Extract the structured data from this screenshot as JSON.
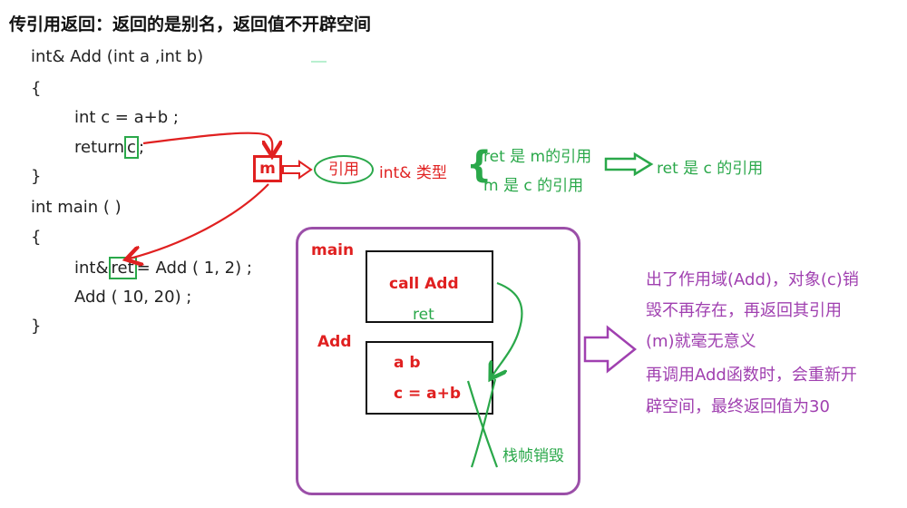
{
  "title": "传引用返回：返回的是别名，返回值不开辟空间",
  "code": {
    "line1": "int& Add  (int a ,int b)",
    "line2": "{",
    "line3": "int c = a+b ;",
    "line4_prefix": "return",
    "line4_var": "c",
    "line4_suffix": ";",
    "line5": "}",
    "line6": "int main ( )",
    "line7": "{",
    "line8_prefix": "int&",
    "line8_var": "ret",
    "line8_suffix": "= Add  ( 1, 2)  ;",
    "line9": "Add  ( 10,   20)  ;",
    "line10": "}"
  },
  "annotations": {
    "m_label": "m",
    "ref_label": "引用",
    "type_label": "int& 类型",
    "brace": "{",
    "rel1": "ret 是 m的引用",
    "rel2": "m 是 c 的引用",
    "conclusion": "ret 是 c 的引用"
  },
  "stack": {
    "main_label": "main",
    "main_box_call": "call Add",
    "main_box_ret": "ret",
    "add_label": "Add",
    "add_box_ab": "a b",
    "add_box_c": "c = a+b",
    "destroy_label": "栈帧销毁"
  },
  "note": {
    "line1": "出了作用域(Add)，对象(c)销",
    "line2": "毁不再存在，再返回其引用",
    "line3": "(m)就毫无意义",
    "line4": "再调用Add函数时，会重新开",
    "line5": "辟空间，最终返回值为30"
  },
  "colors": {
    "red": "#e02020",
    "green": "#2aa84a",
    "purple": "#a040b0"
  }
}
